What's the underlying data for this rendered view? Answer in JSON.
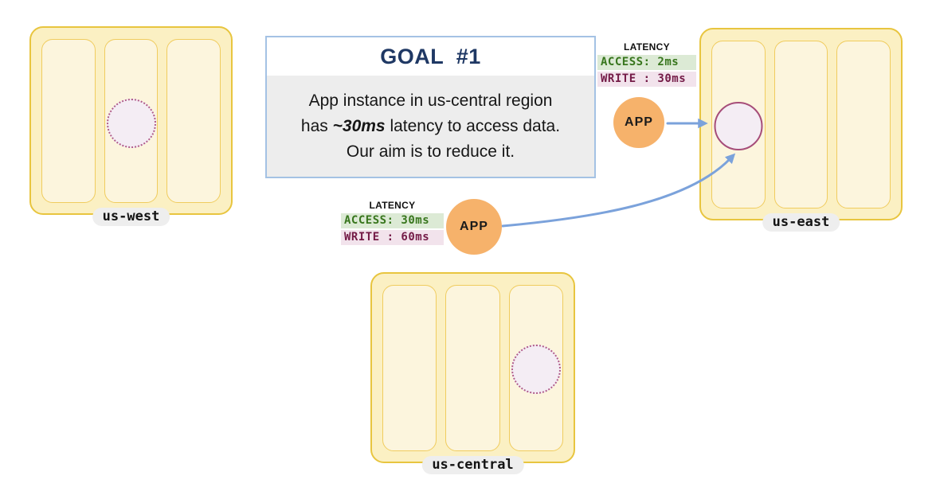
{
  "colors": {
    "region_fill": "#FBF0C3",
    "region_border": "#E8C53F",
    "zone_fill": "#FCF5DD",
    "zone_border": "#F0CC5E",
    "app_fill": "#F6B26B",
    "arrow": "#7BA2DB",
    "db_border": "#A64D79",
    "db_fill": "#F4EDF4",
    "db_dot": "#B05C8A",
    "green_text": "#38761D",
    "green_bg": "#DCEAD5",
    "pink_text": "#741B47",
    "pink_bg": "#F2E3EC",
    "goal_title": "#1F3864",
    "goal_border": "#A4C2E4",
    "goal_body_bg": "#EDEDED",
    "pill_bg": "#EEEEEE"
  },
  "regions": {
    "us_west": {
      "label": "us-west"
    },
    "us_east": {
      "label": "us-east"
    },
    "us_central": {
      "label": "us-central"
    }
  },
  "goal": {
    "title": "GOAL  #1",
    "line1": "App instance in us-central region",
    "line2_pre": "has ",
    "line2_emph": "~30ms",
    "line2_post": " latency to access data.",
    "line3": "Our aim is to reduce it."
  },
  "latency_us_east": {
    "heading": "LATENCY",
    "access": "ACCESS: 2ms",
    "write": "WRITE : 30ms"
  },
  "latency_us_central": {
    "heading": "LATENCY",
    "access": "ACCESS: 30ms",
    "write": "WRITE : 60ms"
  },
  "app_us_east": {
    "label": "APP"
  },
  "app_us_central": {
    "label": "APP"
  }
}
